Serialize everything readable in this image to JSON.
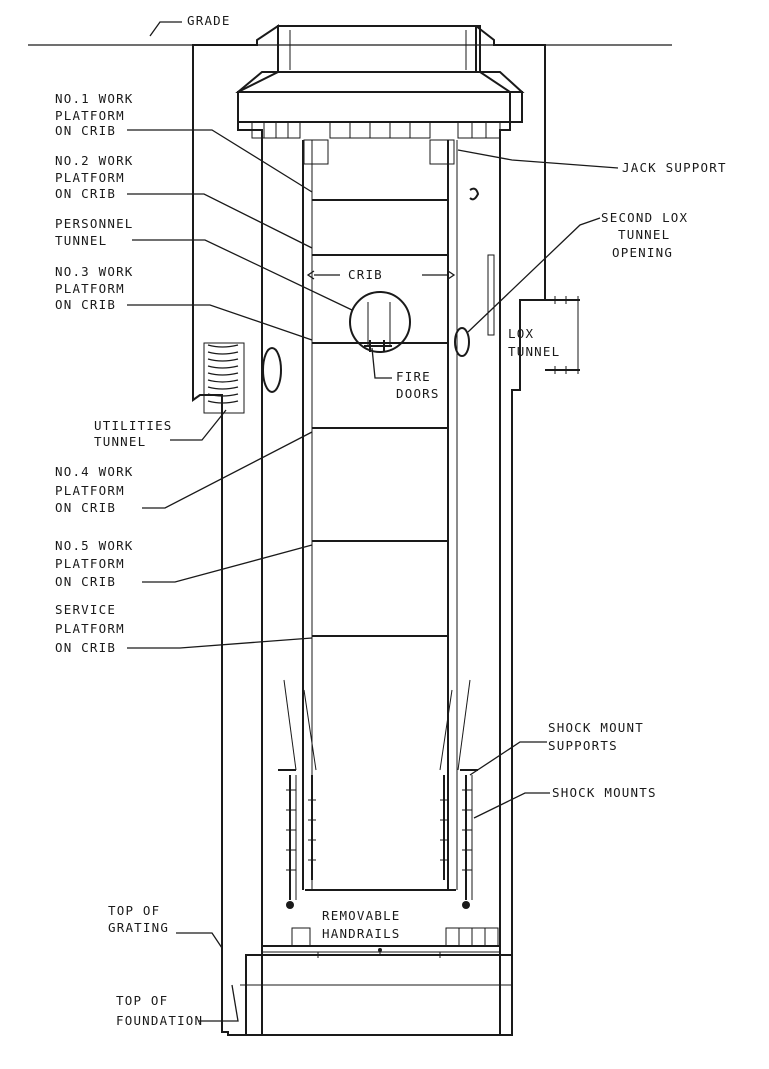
{
  "labels": {
    "grade": "GRADE",
    "no1": [
      "NO.1 WORK",
      "PLATFORM",
      "ON CRIB"
    ],
    "no2": [
      "NO.2 WORK",
      "PLATFORM",
      "ON CRIB"
    ],
    "personnel": [
      "PERSONNEL",
      "TUNNEL"
    ],
    "no3": [
      "NO.3 WORK",
      "PLATFORM",
      "ON CRIB"
    ],
    "utilities": [
      "UTILITIES",
      "TUNNEL"
    ],
    "no4": [
      "NO.4 WORK",
      "PLATFORM",
      "ON CRIB"
    ],
    "no5": [
      "NO.5 WORK",
      "PLATFORM",
      "ON CRIB"
    ],
    "service": [
      "SERVICE",
      "PLATFORM",
      "ON CRIB"
    ],
    "top_grating": [
      "TOP OF",
      "GRATING"
    ],
    "top_foundation": [
      "TOP OF",
      "FOUNDATION"
    ],
    "jack_support": "JACK SUPPORT",
    "second_lox": [
      "SECOND LOX",
      "TUNNEL",
      "OPENING"
    ],
    "lox_tunnel": [
      "LOX",
      "TUNNEL"
    ],
    "crib": "CRIB",
    "fire_doors": [
      "FIRE",
      "DOORS"
    ],
    "shock_mount_supports": [
      "SHOCK MOUNT",
      "SUPPORTS"
    ],
    "shock_mounts": "SHOCK MOUNTS",
    "removable_handrails": [
      "REMOVABLE",
      "HANDRAILS"
    ]
  }
}
